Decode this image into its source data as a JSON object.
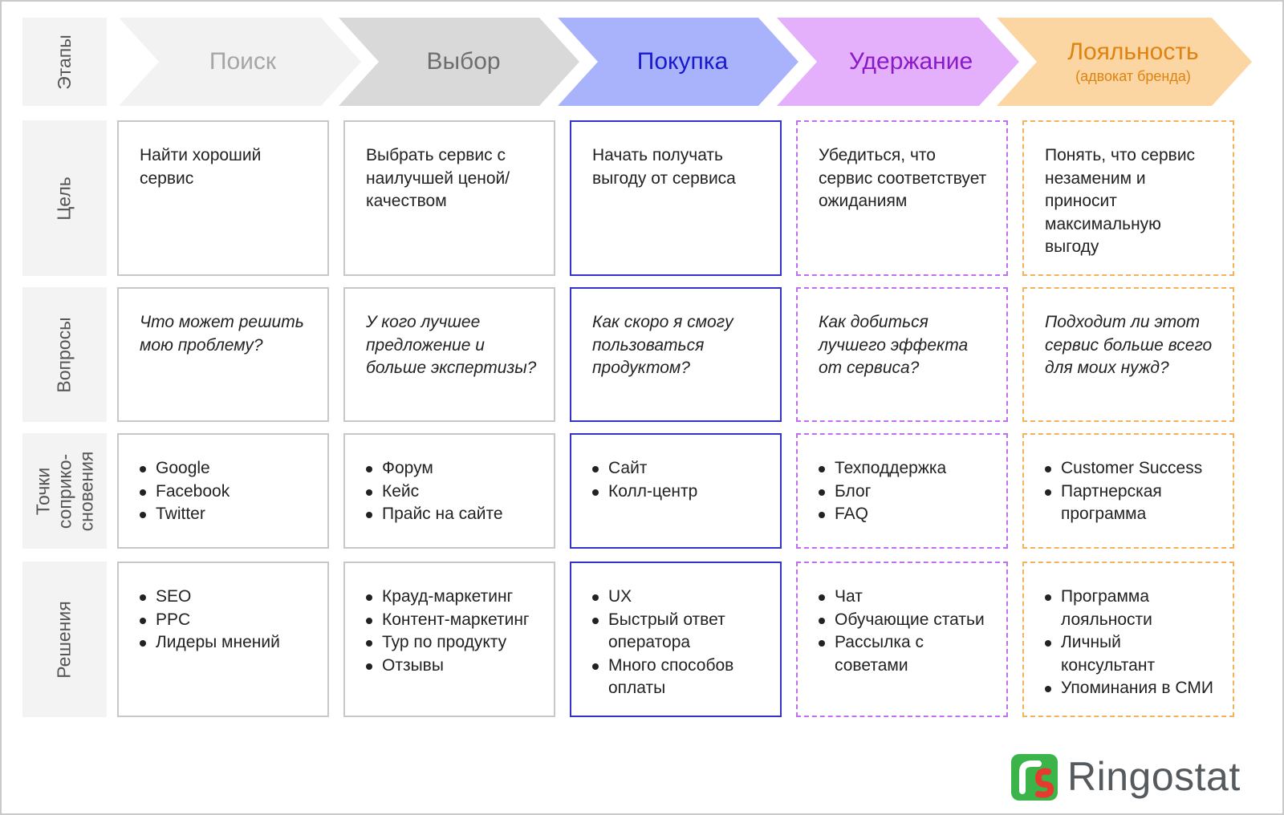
{
  "row_labels": {
    "stages": "Этапы",
    "goal": "Цель",
    "questions": "Вопросы",
    "touchpoints_1": "Точки",
    "touchpoints_2": "соприко-",
    "touchpoints_3": "сновения",
    "solutions": "Решения"
  },
  "stages": [
    {
      "name": "Поиск",
      "sub": "",
      "color": "#a6a6a6",
      "fill": "#f2f2f2"
    },
    {
      "name": "Выбор",
      "sub": "",
      "color": "#6e6e6e",
      "fill": "#d9d9d9"
    },
    {
      "name": "Покупка",
      "sub": "",
      "color": "#1a1acc",
      "fill": "#a9b3fb"
    },
    {
      "name": "Удержание",
      "sub": "",
      "color": "#8a19c8",
      "fill": "#e4b0fb"
    },
    {
      "name": "Лояльность",
      "sub": "(адвокат бренда)",
      "color": "#e0820f",
      "fill": "#fbd6a3"
    }
  ],
  "goals": [
    "Найти хороший сервис",
    "Выбрать сервис с наилучшей ценой/качеством",
    "Начать получать выгоду от сервиса",
    "Убедиться, что сервис соответствует ожиданиям",
    "Понять, что сервис незаменим и приносит максимальную выгоду"
  ],
  "questions": [
    "Что может решить мою проблему?",
    "У кого лучшее предложение и больше экспертизы?",
    "Как скоро я смогу пользоваться продуктом?",
    "Как добиться лучшего эффекта от сервиса?",
    "Подходит ли этот сервис больше всего для моих нужд?"
  ],
  "touchpoints": [
    [
      "Google",
      "Facebook",
      "Twitter"
    ],
    [
      "Форум",
      "Кейс",
      "Прайс на сайте"
    ],
    [
      "Сайт",
      "Колл-центр"
    ],
    [
      "Техподдержка",
      "Блог",
      "FAQ"
    ],
    [
      "Customer Success",
      "Партнерская программа"
    ]
  ],
  "solutions": [
    [
      "SEO",
      "PPC",
      "Лидеры мнений"
    ],
    [
      "Крауд-маркетинг",
      "Контент-маркетинг",
      "Тур по продукту",
      "Отзывы"
    ],
    [
      "UX",
      "Быстрый ответ оператора",
      "Много способов оплаты"
    ],
    [
      "Чат",
      "Обучающие статьи",
      "Рассылка с советами"
    ],
    [
      "Программа лояльности",
      "Личный консультант",
      "Упоминания в СМИ"
    ]
  ],
  "logo": {
    "text": "Ringostat",
    "colors": {
      "green": "#3bb54a",
      "red": "#e63a2e"
    }
  },
  "cell_styles": [
    "gray",
    "gray",
    "blue",
    "purple",
    "orange"
  ]
}
